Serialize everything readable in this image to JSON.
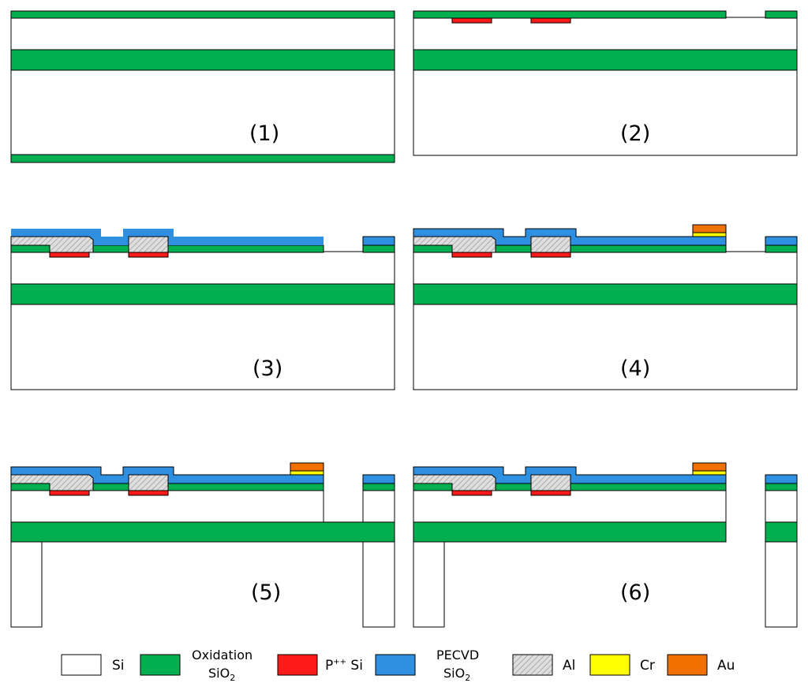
{
  "colors": {
    "si": "#ffffff",
    "oxide": "#00b050",
    "p_doped": "#ff1a1a",
    "pecvd": "#2f8fe0",
    "al": "#d9d9d9",
    "cr": "#ffff00",
    "au": "#f07000",
    "outline": "#000000"
  },
  "steps": [
    {
      "label": "(1)"
    },
    {
      "label": "(2)"
    },
    {
      "label": "(3)"
    },
    {
      "label": "(4)"
    },
    {
      "label": "(5)"
    },
    {
      "label": "(6)"
    }
  ],
  "legend": [
    {
      "material": "si",
      "lines": [
        "Si"
      ]
    },
    {
      "material": "oxide",
      "lines": [
        "Oxidation",
        "SiO",
        "2"
      ]
    },
    {
      "material": "p_doped",
      "lines": [
        "P",
        "++",
        " Si"
      ]
    },
    {
      "material": "pecvd",
      "lines": [
        "PECVD",
        "SiO",
        "2"
      ]
    },
    {
      "material": "al",
      "lines": [
        "Al"
      ]
    },
    {
      "material": "cr",
      "lines": [
        "Cr"
      ]
    },
    {
      "material": "au",
      "lines": [
        "Au"
      ]
    }
  ]
}
